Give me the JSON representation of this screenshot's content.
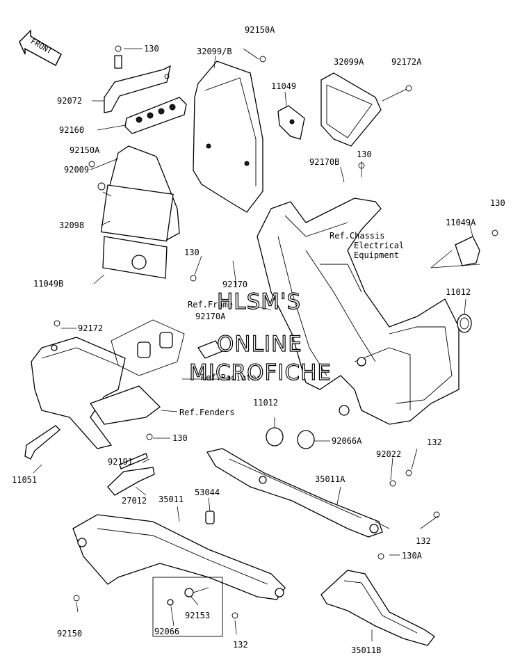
{
  "front_label": "FRONT",
  "part_labels": {
    "p92150A_top": "92150A",
    "p130_a": "130",
    "p32099B": "32099/B",
    "p32099A": "32099A",
    "p92172A": "92172A",
    "p11049": "11049",
    "p92072": "92072",
    "p92160": "92160",
    "p92150A_mid": "92150A",
    "p92170B": "92170B",
    "p130_b": "130",
    "p130_c": "130",
    "p92009": "92009",
    "p11049A": "11049A",
    "p32098": "32098",
    "p130_d": "130",
    "p92170": "92170",
    "p11049B": "11049B",
    "p11012_r": "11012",
    "p92172": "92172",
    "p92170A": "92170A",
    "p11012_l": "11012",
    "p92066A": "92066A",
    "p130_e": "130",
    "p132_a": "132",
    "p92191": "92191",
    "p92022": "92022",
    "p11051": "11051",
    "p35011A": "35011A",
    "p27012": "27012",
    "p35011": "35011",
    "p53044": "53044",
    "p132_b": "132",
    "p130A": "130A",
    "p92153": "92153",
    "p92150": "92150",
    "p92066": "92066",
    "p132_c": "132",
    "p35011B": "35011B"
  },
  "references": {
    "chassis_line1": "Ref.Chassis",
    "chassis_line2": "Electrical",
    "chassis_line3": "Equipment",
    "frame": "Ref.Frame",
    "radiator": "Ref.Radiator",
    "fenders": "Ref.Fenders"
  },
  "watermark": {
    "line1": "HLSM'S",
    "line2": "ONLINE",
    "line3": "MICROFICHE"
  }
}
